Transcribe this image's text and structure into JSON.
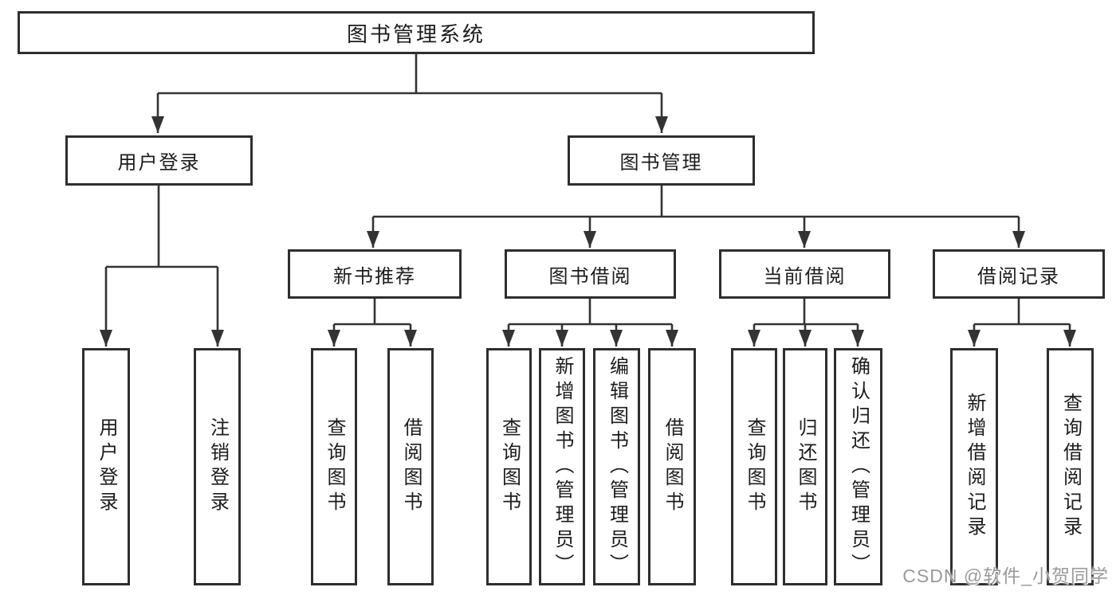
{
  "title": "图书管理系统",
  "watermark": "CSDN @软件_小贺同学",
  "colors": {
    "line": "#333333",
    "box_border": "#2e2e2e",
    "text": "#1c1c1c",
    "watermark": "#9a9a9a",
    "background": "#ffffff"
  },
  "tree": {
    "user_login": {
      "label": "用户登录",
      "children": [
        "用户登录",
        "注销登录"
      ]
    },
    "book_management": {
      "label": "图书管理",
      "children": {
        "new_books": {
          "label": "新书推荐",
          "children": [
            "查询图书",
            "借阅图书"
          ]
        },
        "book_borrowing": {
          "label": "图书借阅",
          "children": [
            "查询图书",
            "新增图书（管理员）",
            "编辑图书（管理员）",
            "借阅图书"
          ]
        },
        "current_borrowing": {
          "label": "当前借阅",
          "children": [
            "查询图书",
            "归还图书",
            "确认归还（管理员）"
          ]
        },
        "borrowing_records": {
          "label": "借阅记录",
          "children": [
            "新增借阅记录",
            "查询借阅记录"
          ]
        }
      }
    }
  }
}
